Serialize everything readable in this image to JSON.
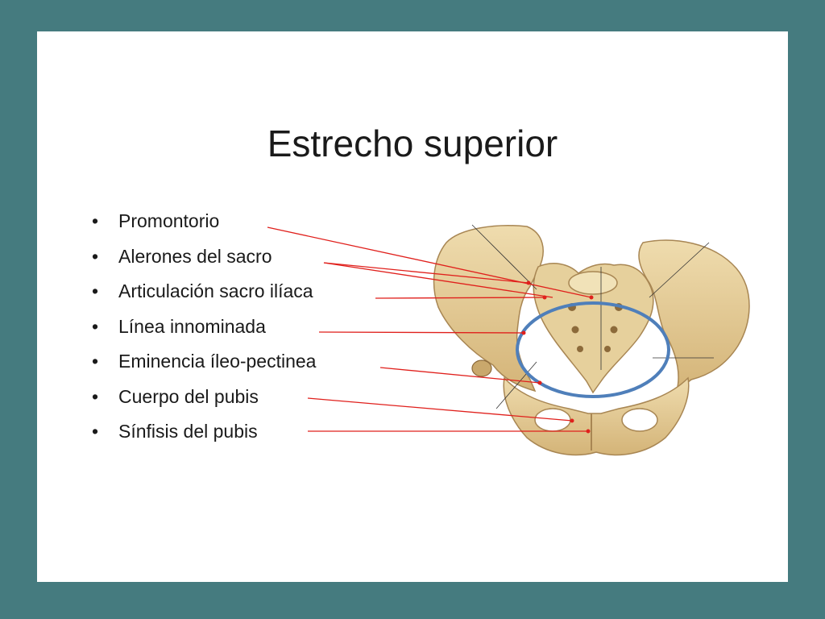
{
  "slide": {
    "title": "Estrecho superior",
    "bullet_glyph": "•",
    "items": [
      "Promontorio",
      "Alerones del sacro",
      "Articulación sacro ilíaca",
      "Línea innominada",
      "Eminencia íleo-pectinea",
      "Cuerpo del pubis",
      "Sínfisis del pubis"
    ]
  },
  "figure": {
    "subject": "pelvis-illustration",
    "colors": {
      "bone": "#e3cc98",
      "bone_dark": "#b8955a",
      "pointer_line": "#e0201c",
      "highlight_ellipse": "#4f7fba",
      "frame": "#457b7f"
    }
  }
}
